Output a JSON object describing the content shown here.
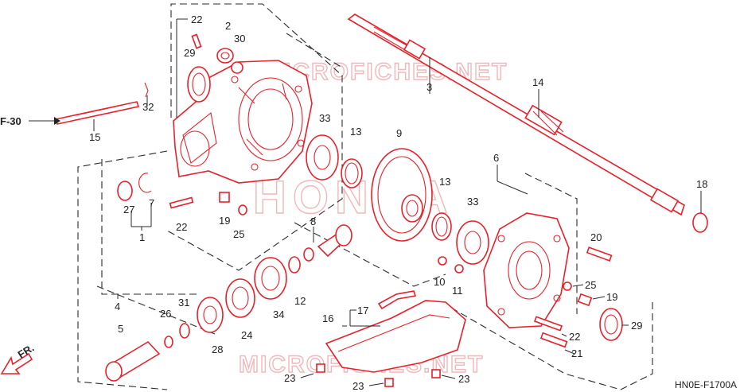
{
  "watermarks": {
    "top": "MICROFICHES.NET",
    "middle": "HONDA",
    "bottom": "MICROFICHES.NET"
  },
  "diagram_code": "HN0E-F1700A",
  "refs": {
    "f30": "F-30",
    "fr": "FR."
  },
  "callouts": [
    {
      "id": "c22a",
      "text": "22"
    },
    {
      "id": "c2",
      "text": "2"
    },
    {
      "id": "c30",
      "text": "30"
    },
    {
      "id": "c29a",
      "text": "29"
    },
    {
      "id": "c32",
      "text": "32"
    },
    {
      "id": "c15",
      "text": "15"
    },
    {
      "id": "c33a",
      "text": "33"
    },
    {
      "id": "c13a",
      "text": "13"
    },
    {
      "id": "c9",
      "text": "9"
    },
    {
      "id": "c3",
      "text": "3"
    },
    {
      "id": "c14",
      "text": "14"
    },
    {
      "id": "c18",
      "text": "18"
    },
    {
      "id": "c7",
      "text": "7"
    },
    {
      "id": "c27",
      "text": "27"
    },
    {
      "id": "c1",
      "text": "1"
    },
    {
      "id": "c22b",
      "text": "22"
    },
    {
      "id": "c19a",
      "text": "19"
    },
    {
      "id": "c25a",
      "text": "25"
    },
    {
      "id": "c8",
      "text": "8"
    },
    {
      "id": "c13b",
      "text": "13"
    },
    {
      "id": "c33b",
      "text": "33"
    },
    {
      "id": "c6",
      "text": "6"
    },
    {
      "id": "c20",
      "text": "20"
    },
    {
      "id": "c10",
      "text": "10"
    },
    {
      "id": "c11",
      "text": "11"
    },
    {
      "id": "c25b",
      "text": "25"
    },
    {
      "id": "c19b",
      "text": "19"
    },
    {
      "id": "c29b",
      "text": "29"
    },
    {
      "id": "c22c",
      "text": "22"
    },
    {
      "id": "c21",
      "text": "21"
    },
    {
      "id": "c4",
      "text": "4"
    },
    {
      "id": "c12",
      "text": "12"
    },
    {
      "id": "c34",
      "text": "34"
    },
    {
      "id": "c31",
      "text": "31"
    },
    {
      "id": "c26",
      "text": "26"
    },
    {
      "id": "c5",
      "text": "5"
    },
    {
      "id": "c28",
      "text": "28"
    },
    {
      "id": "c24",
      "text": "24"
    },
    {
      "id": "c17",
      "text": "17"
    },
    {
      "id": "c16",
      "text": "16"
    },
    {
      "id": "c23a",
      "text": "23"
    },
    {
      "id": "c23b",
      "text": "23"
    },
    {
      "id": "c23c",
      "text": "23"
    }
  ]
}
